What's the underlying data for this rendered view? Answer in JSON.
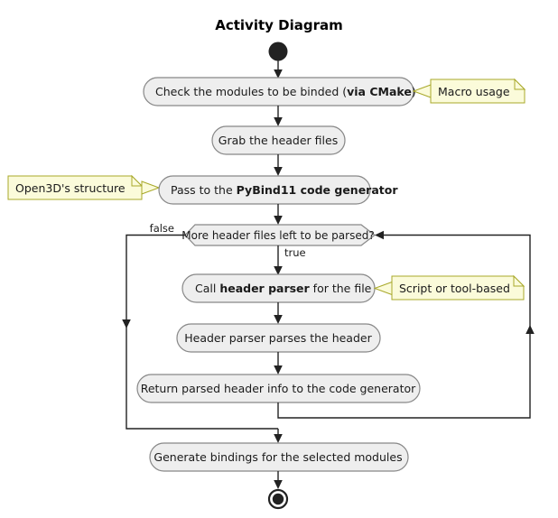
{
  "diagram": {
    "title": "Activity Diagram",
    "type": "uml-activity-diagram",
    "colors": {
      "activity_fill": "#EEEEEE",
      "activity_stroke": "#888888",
      "note_fill": "#FBFBDA",
      "note_stroke": "#A8A829",
      "line": "#222222",
      "background": "#FFFFFF"
    },
    "nodes": {
      "start": "start-node",
      "end": "end-node"
    },
    "activities": [
      {
        "id": "check-modules",
        "text_plain": "Check the modules to be binded (via CMake)",
        "text_before": "Check the modules to be binded (",
        "text_bold": "via CMake",
        "text_after": ")"
      },
      {
        "id": "grab-headers",
        "text_plain": "Grab the header files",
        "text_before": "Grab the header files",
        "text_bold": "",
        "text_after": ""
      },
      {
        "id": "pass-to-generator",
        "text_plain": "Pass to the PyBind11 code generator",
        "text_before": "Pass to the ",
        "text_bold": "PyBind11 code generator",
        "text_after": ""
      },
      {
        "id": "call-header-parser",
        "text_plain": "Call header parser for the file",
        "text_before": "Call ",
        "text_bold": "header parser",
        "text_after": " for the file"
      },
      {
        "id": "parse-header",
        "text_plain": "Header parser parses the header",
        "text_before": "Header parser parses the header",
        "text_bold": "",
        "text_after": ""
      },
      {
        "id": "return-parsed-info",
        "text_plain": "Return parsed header info to the code generator",
        "text_before": "Return parsed header info to the code generator",
        "text_bold": "",
        "text_after": ""
      },
      {
        "id": "generate-bindings",
        "text_plain": "Generate bindings for the selected modules",
        "text_before": "Generate bindings for the selected modules",
        "text_bold": "",
        "text_after": ""
      }
    ],
    "decision": {
      "id": "more-headers-decision",
      "text": "More header files left to be parsed?",
      "branch_false": "false",
      "branch_true": "true"
    },
    "notes": [
      {
        "id": "note-macro-usage",
        "text": "Macro usage",
        "attached_to": "check-modules",
        "side": "right"
      },
      {
        "id": "note-open3d-structure",
        "text": "Open3D's structure",
        "attached_to": "pass-to-generator",
        "side": "left"
      },
      {
        "id": "note-script-or-tool",
        "text": "Script or tool-based",
        "attached_to": "call-header-parser",
        "side": "right"
      }
    ]
  }
}
